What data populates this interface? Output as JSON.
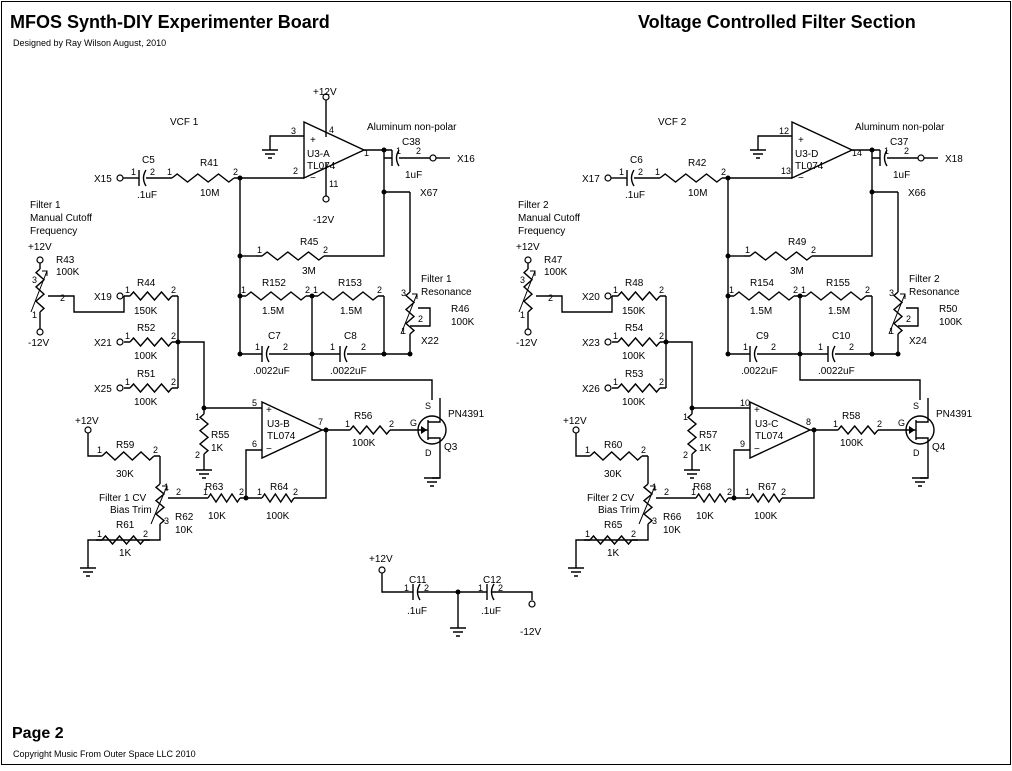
{
  "header": {
    "title": "MFOS Synth-DIY Experimenter Board",
    "designer": "Designed by Ray Wilson August, 2010",
    "section_title": "Voltage Controlled Filter Section"
  },
  "footer": {
    "page": "Page 2",
    "copyright": "Copyright Music From Outer Space LLC 2010"
  },
  "vcf1": {
    "label": "VCF 1",
    "input_net": "X15",
    "output_net": "X16",
    "fb_net": "X67",
    "res_net": "X22",
    "cv_nets": [
      "X19",
      "X21",
      "X25"
    ],
    "opamp_a": "U3-A",
    "opamp_a_type": "TL074",
    "opamp_b": "U3-B",
    "opamp_b_type": "TL074",
    "pin3": "3",
    "pin2": "2",
    "pin1": "1",
    "pin4": "4",
    "pin11": "11",
    "pin5": "5",
    "pin6": "6",
    "pin7": "7",
    "plus12": "+12V",
    "minus12": "-12V",
    "cap_in": "C5",
    "cap_in_val": ".1uF",
    "r_in": "R41",
    "r_in_val": "10M",
    "cap_out": "C38",
    "cap_out_val": "1uF",
    "cap_out_note": "Aluminum non-polar",
    "r_fb": "R45",
    "r_fb_val": "3M",
    "r_a": "R152",
    "r_a_val": "1.5M",
    "r_b": "R153",
    "r_b_val": "1.5M",
    "c_a": "C7",
    "c_a_val": ".0022uF",
    "c_b": "C8",
    "c_b_val": ".0022uF",
    "pot_res": "R46",
    "pot_res_val": "100K",
    "pot_res_label1": "Filter 1",
    "pot_res_label2": "Resonance",
    "manual_label1": "Filter 1",
    "manual_label2": "Manual Cutoff",
    "manual_label3": "Frequency",
    "pot_man": "R43",
    "pot_man_val": "100K",
    "r_cv1": "R44",
    "r_cv1_val": "150K",
    "r_cv2": "R52",
    "r_cv2_val": "100K",
    "r_cv3": "R51",
    "r_cv3_val": "100K",
    "r_gnd": "R55",
    "r_gnd_val": "1K",
    "r_out": "R56",
    "r_out_val": "100K",
    "jfet_type": "PN4391",
    "jfet": "Q3",
    "g": "G",
    "s": "S",
    "d": "D",
    "r_top": "R59",
    "r_top_val": "30K",
    "r_bot": "R61",
    "r_bot_val": "1K",
    "trim_label1": "Filter 1 CV",
    "trim_label2": "Bias Trim",
    "trim": "R62",
    "trim_val": "10K",
    "r_fb2": "R63",
    "r_fb2_val": "10K",
    "r_fb3": "R64",
    "r_fb3_val": "100K"
  },
  "vcf2": {
    "label": "VCF 2",
    "input_net": "X17",
    "output_net": "X18",
    "fb_net": "X66",
    "res_net": "X24",
    "cv_nets": [
      "X20",
      "X23",
      "X26"
    ],
    "opamp_a": "U3-D",
    "opamp_a_type": "TL074",
    "opamp_b": "U3-C",
    "opamp_b_type": "TL074",
    "pin3": "12",
    "pin2": "13",
    "pin1": "14",
    "pin5": "10",
    "pin6": "9",
    "pin7": "8",
    "plus12": "+12V",
    "minus12": "-12V",
    "cap_in": "C6",
    "cap_in_val": ".1uF",
    "r_in": "R42",
    "r_in_val": "10M",
    "cap_out": "C37",
    "cap_out_val": "1uF",
    "cap_out_note": "Aluminum non-polar",
    "r_fb": "R49",
    "r_fb_val": "3M",
    "r_a": "R154",
    "r_a_val": "1.5M",
    "r_b": "R155",
    "r_b_val": "1.5M",
    "c_a": "C9",
    "c_a_val": ".0022uF",
    "c_b": "C10",
    "c_b_val": ".0022uF",
    "pot_res": "R50",
    "pot_res_val": "100K",
    "pot_res_label1": "Filter 2",
    "pot_res_label2": "Resonance",
    "manual_label1": "Filter 2",
    "manual_label2": "Manual Cutoff",
    "manual_label3": "Frequency",
    "pot_man": "R47",
    "pot_man_val": "100K",
    "r_cv1": "R48",
    "r_cv1_val": "150K",
    "r_cv2": "R54",
    "r_cv2_val": "100K",
    "r_cv3": "R53",
    "r_cv3_val": "100K",
    "r_gnd": "R57",
    "r_gnd_val": "1K",
    "r_out": "R58",
    "r_out_val": "100K",
    "jfet_type": "PN4391",
    "jfet": "Q4",
    "g": "G",
    "s": "S",
    "d": "D",
    "r_top": "R60",
    "r_top_val": "30K",
    "r_bot": "R65",
    "r_bot_val": "1K",
    "trim_label1": "Filter 2 CV",
    "trim_label2": "Bias Trim",
    "trim": "R66",
    "trim_val": "10K",
    "r_fb2": "R68",
    "r_fb2_val": "10K",
    "r_fb3": "R67",
    "r_fb3_val": "100K"
  },
  "bypass": {
    "plus12": "+12V",
    "minus12": "-12V",
    "c11": "C11",
    "c11_val": ".1uF",
    "c12": "C12",
    "c12_val": ".1uF"
  }
}
